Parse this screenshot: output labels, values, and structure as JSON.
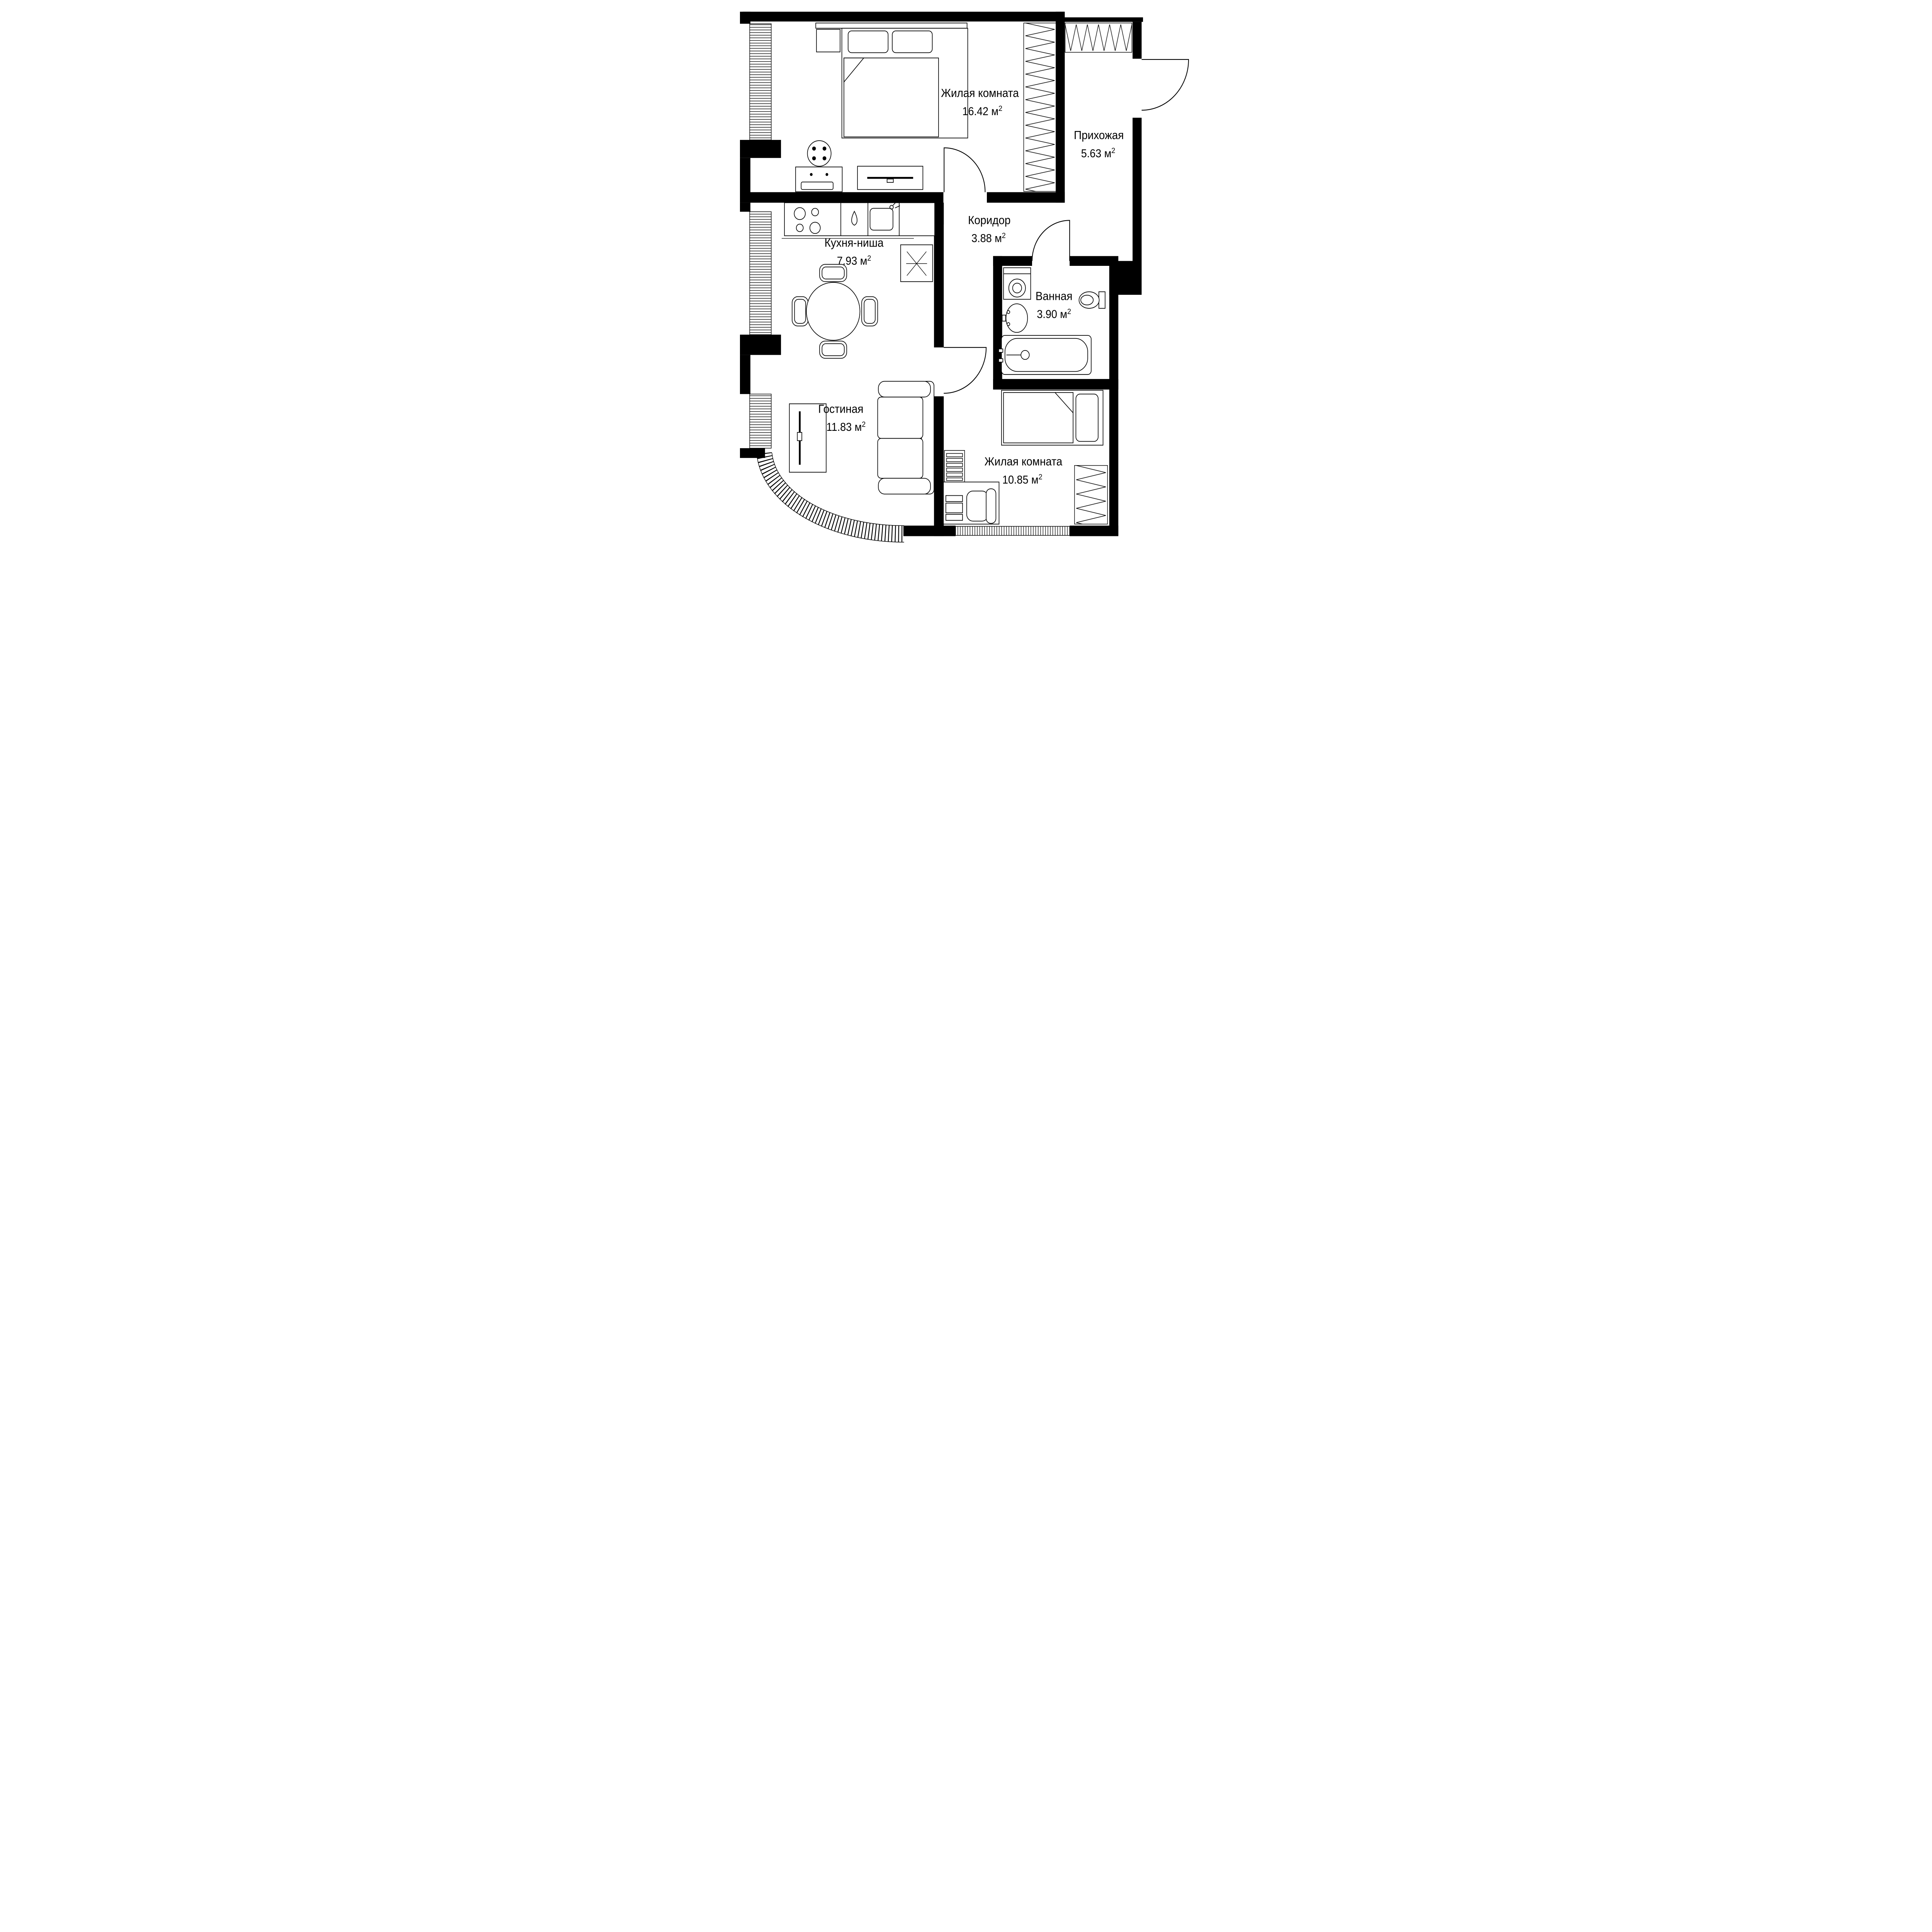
{
  "plan": {
    "language": "ru",
    "colors": {
      "wall": "#000000",
      "line": "#000000",
      "background": "#ffffff"
    },
    "rooms": [
      {
        "id": "living-room-1",
        "name": "Жилая комната",
        "area": "16.42 м",
        "sup": "2"
      },
      {
        "id": "hallway",
        "name": "Прихожая",
        "area": "5.63 м",
        "sup": "2"
      },
      {
        "id": "corridor",
        "name": "Коридор",
        "area": "3.88 м",
        "sup": "2"
      },
      {
        "id": "kitchen-niche",
        "name": "Кухня-ниша",
        "area": "7.93 м",
        "sup": "2"
      },
      {
        "id": "bathroom",
        "name": "Ванная",
        "area": "3.90 м",
        "sup": "2"
      },
      {
        "id": "lounge",
        "name": "Гостиная",
        "area": "11.83 м",
        "sup": "2"
      },
      {
        "id": "living-room-2",
        "name": "Жилая комната",
        "area": "10.85 м",
        "sup": "2"
      }
    ],
    "fixtures": [
      "double-bed",
      "pillows",
      "nightstand",
      "round-table",
      "dresser",
      "tv-console",
      "built-in-wardrobe",
      "coat-rack",
      "stove",
      "kitchen-sink",
      "water-drop-mark",
      "fridge",
      "dining-table",
      "dining-chairs",
      "washing-machine",
      "bathroom-sink",
      "toilet",
      "bathtub",
      "sofa",
      "tv-stand",
      "single-bed",
      "shelving",
      "desk",
      "desk-chair",
      "wardrobe",
      "entrance-door",
      "interior-doors",
      "windows",
      "balcony-glazing"
    ]
  }
}
